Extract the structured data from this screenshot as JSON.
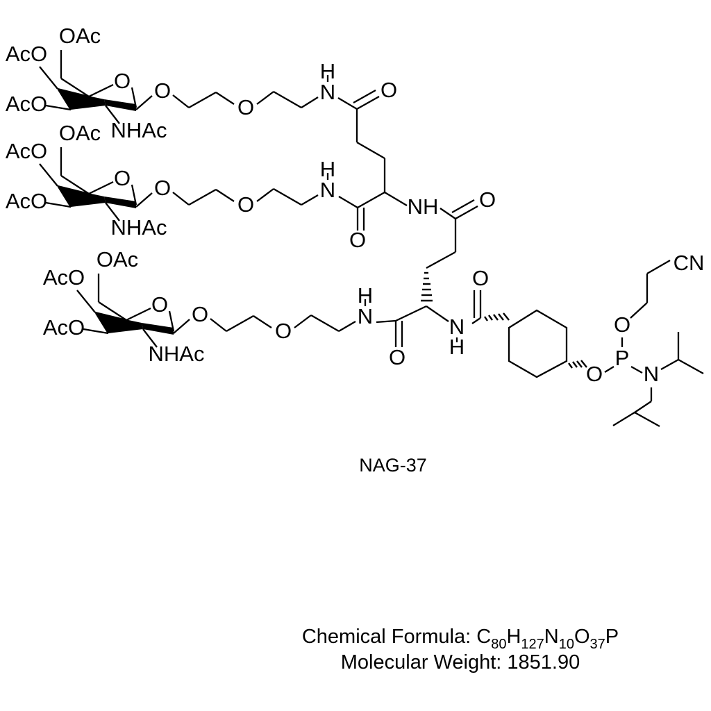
{
  "diagram": {
    "kind": "chemical-structure",
    "compound_name": "NAG-37",
    "chemical_formula_label": "Chemical Formula:",
    "molecular_weight_label": "Molecular Weight:",
    "molecular_weight_value": "1851.90",
    "formula_parts": [
      {
        "element": "C",
        "count": "80"
      },
      {
        "element": "H",
        "count": "127"
      },
      {
        "element": "N",
        "count": "10"
      },
      {
        "element": "O",
        "count": "37"
      },
      {
        "element": "P",
        "count": ""
      }
    ],
    "formula_plain": "C80H127N10O37P",
    "line_color": "#000000",
    "background_color": "#ffffff"
  },
  "sugar_arms": [
    {
      "id": "arm-1",
      "position": "top",
      "labels": {
        "o6_acetyl": "OAc",
        "o4_acetyl": "AcO",
        "o3_acetyl": "AcO",
        "ring_oxygen": "O",
        "anomeric_oxygen": "O",
        "n_acetyl": "NHAc",
        "peg_oxygen": "O",
        "amide_nitrogen": "N",
        "amide_hydrogen": "H"
      }
    },
    {
      "id": "arm-2",
      "position": "middle",
      "labels": {
        "o6_acetyl": "OAc",
        "o4_acetyl": "AcO",
        "o3_acetyl": "AcO",
        "ring_oxygen": "O",
        "anomeric_oxygen": "O",
        "n_acetyl": "NHAc",
        "peg_oxygen": "O",
        "amide_nitrogen": "N",
        "amide_hydrogen": "H"
      }
    },
    {
      "id": "arm-3",
      "position": "bottom",
      "labels": {
        "o6_acetyl": "OAc",
        "o4_acetyl": "AcO",
        "o3_acetyl": "AcO",
        "ring_oxygen": "O",
        "anomeric_oxygen": "O",
        "n_acetyl": "NHAc",
        "peg_oxygen": "O",
        "amide_nitrogen": "N",
        "amide_hydrogen": "H"
      }
    }
  ],
  "core": {
    "glutamate_1": {
      "carbonyl_oxygen_upper": "O",
      "carbonyl_oxygen_lower": "O",
      "alpha_amine": "NH"
    },
    "glutamate_2": {
      "carbonyl_oxygen_upper": "O",
      "carbonyl_oxygen_lower": "O",
      "alpha_amine_n": "N",
      "alpha_amine_h": "H"
    },
    "cyclohexane_carbonyl_oxygen": "O"
  },
  "phosphoramidite": {
    "linker_oxygen": "O",
    "phosphorus": "P",
    "ester_oxygen": "O",
    "nitrogen": "N",
    "nitrile": "CN"
  }
}
